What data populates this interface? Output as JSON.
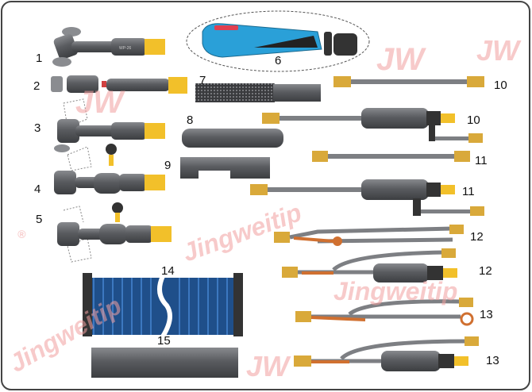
{
  "watermark": {
    "logo": "JW",
    "brand": "Jingweitip",
    "mark": "®"
  },
  "parts": [
    {
      "id": "1",
      "label": "1"
    },
    {
      "id": "2",
      "label": "2"
    },
    {
      "id": "3",
      "label": "3"
    },
    {
      "id": "4",
      "label": "4"
    },
    {
      "id": "5",
      "label": "5"
    },
    {
      "id": "6",
      "label": "6"
    },
    {
      "id": "7",
      "label": "7"
    },
    {
      "id": "8",
      "label": "8"
    },
    {
      "id": "9",
      "label": "9"
    },
    {
      "id": "10a",
      "label": "10"
    },
    {
      "id": "10b",
      "label": "10"
    },
    {
      "id": "11a",
      "label": "11"
    },
    {
      "id": "11b",
      "label": "11"
    },
    {
      "id": "12a",
      "label": "12"
    },
    {
      "id": "12b",
      "label": "12"
    },
    {
      "id": "13a",
      "label": "13"
    },
    {
      "id": "13b",
      "label": "13"
    },
    {
      "id": "14",
      "label": "14"
    },
    {
      "id": "15",
      "label": "15"
    }
  ],
  "torch_marking": "WP-26",
  "colors": {
    "body": "#5b5d60",
    "handle_end": "#f2c02a",
    "brass": "#d9a93a",
    "hose": "#7d7f83",
    "blue": "#2aa0d8",
    "red": "#e04050",
    "watermark": "#f2a0a0"
  }
}
